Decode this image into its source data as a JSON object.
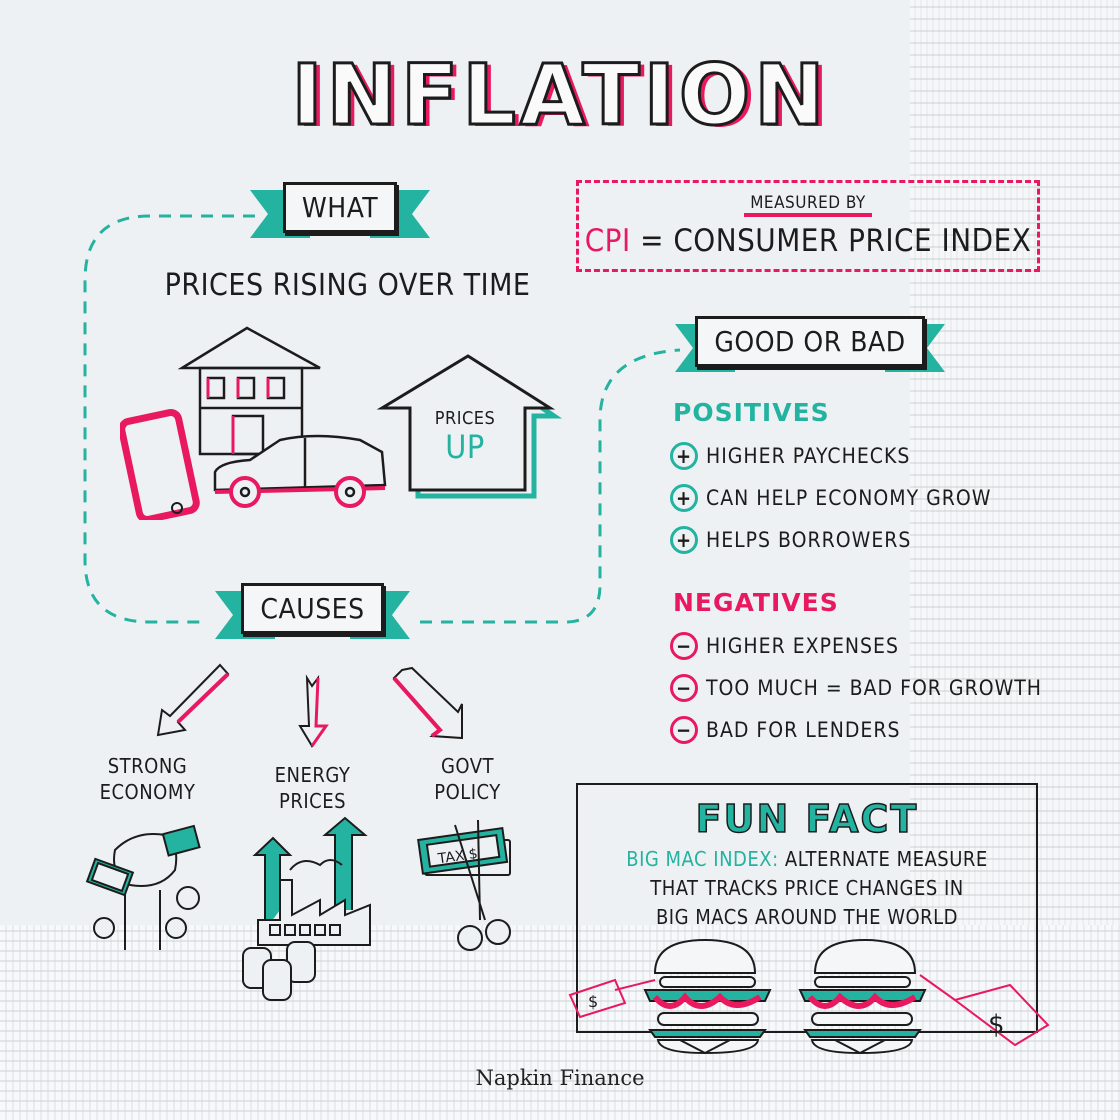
{
  "title": "INFLATION",
  "colors": {
    "teal": "#23b3a0",
    "pink": "#e8195f",
    "ink": "#1c1c1c",
    "paper": "#eef1f3"
  },
  "what": {
    "ribbon_label": "WHAT",
    "definition": "PRICES RISING OVER TIME",
    "illustration": {
      "items": [
        "phone-icon",
        "house-icon",
        "car-icon"
      ],
      "arrow_label_top": "PRICES",
      "arrow_label_bottom": "UP"
    }
  },
  "measured": {
    "label": "MEASURED BY",
    "acronym": "CPI",
    "equals": "=",
    "expansion": "CONSUMER PRICE INDEX"
  },
  "good_or_bad": {
    "ribbon_label": "GOOD OR BAD",
    "positives": {
      "heading": "POSITIVES",
      "icon": "plus-circle-icon",
      "items": [
        "HIGHER PAYCHECKS",
        "CAN HELP ECONOMY GROW",
        "HELPS BORROWERS"
      ]
    },
    "negatives": {
      "heading": "NEGATIVES",
      "icon": "minus-circle-icon",
      "items": [
        "HIGHER EXPENSES",
        "TOO MUCH = BAD FOR GROWTH",
        "BAD FOR LENDERS"
      ]
    }
  },
  "causes": {
    "ribbon_label": "CAUSES",
    "items": [
      {
        "line1": "STRONG",
        "line2": "ECONOMY",
        "icon": "fist-money-icon"
      },
      {
        "line1": "ENERGY",
        "line2": "PRICES",
        "icon": "factory-barrels-icon"
      },
      {
        "line1": "GOVT",
        "line2": "POLICY",
        "icon": "tax-scissors-icon"
      }
    ],
    "tax_label": "TAX",
    "currency_symbol": "$"
  },
  "fun_fact": {
    "title": "FUN FACT",
    "highlight": "BIG MAC INDEX:",
    "text_line1": "ALTERNATE MEASURE",
    "text_line2": "THAT TRACKS PRICE CHANGES IN",
    "text_line3": "BIG MACS AROUND THE WORLD",
    "price_tag_symbol": "$"
  },
  "brand": "Napkin Finance"
}
